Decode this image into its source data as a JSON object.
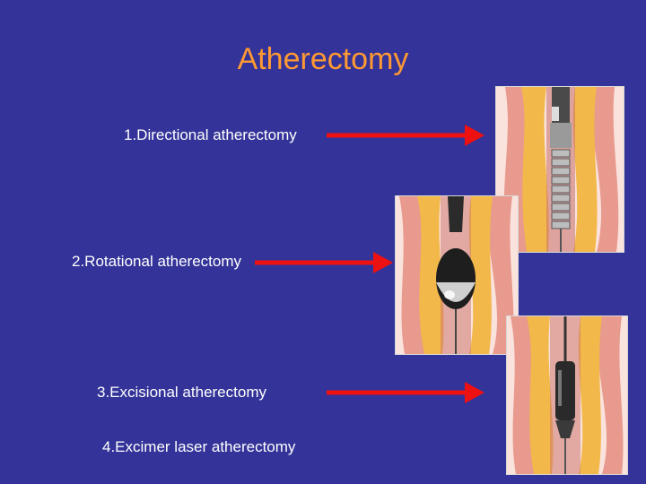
{
  "slide": {
    "title": "Atherectomy",
    "items": [
      {
        "label": "1.Directional atherectomy"
      },
      {
        "label": "2.Rotational atherectomy"
      },
      {
        "label": "3.Excisional atherectomy"
      },
      {
        "label": "4.Excimer laser atherectomy"
      }
    ],
    "colors": {
      "background": "#333399",
      "title": "#ff9933",
      "text": "#ffffff",
      "arrow": "#ee1111"
    },
    "illustrations": [
      {
        "name": "directional-atherectomy-device"
      },
      {
        "name": "rotational-atherectomy-burr"
      },
      {
        "name": "excisional-atherectomy-catheter"
      }
    ]
  }
}
